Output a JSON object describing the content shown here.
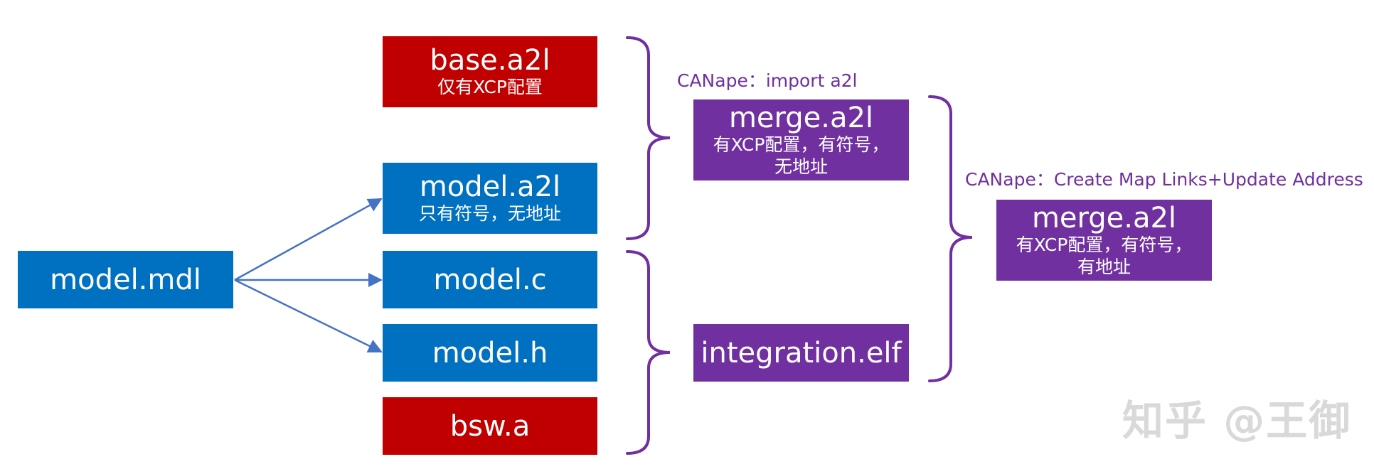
{
  "colors": {
    "red": "#c00000",
    "blue": "#0070c0",
    "purple": "#7030a0",
    "arrow": "#4472c4"
  },
  "nodes": {
    "base_a2l": {
      "title": "base.a2l",
      "subtitle": "仅有XCP配置"
    },
    "model_a2l": {
      "title": "model.a2l",
      "subtitle": "只有符号，无地址"
    },
    "model_mdl": {
      "title": "model.mdl"
    },
    "model_c": {
      "title": "model.c"
    },
    "model_h": {
      "title": "model.h"
    },
    "bsw_a": {
      "title": "bsw.a"
    },
    "merge1": {
      "title": "merge.a2l",
      "line1": "有XCP配置，有符号，",
      "line2": "无地址"
    },
    "integration_elf": {
      "title": "integration.elf"
    },
    "merge2": {
      "title": "merge.a2l",
      "line1": "有XCP配置，有符号，",
      "line2": "有地址"
    }
  },
  "captions": {
    "import": "CANape：import a2l",
    "create": "CANape：Create Map Links+Update Address"
  },
  "watermark": "知乎 @王御"
}
